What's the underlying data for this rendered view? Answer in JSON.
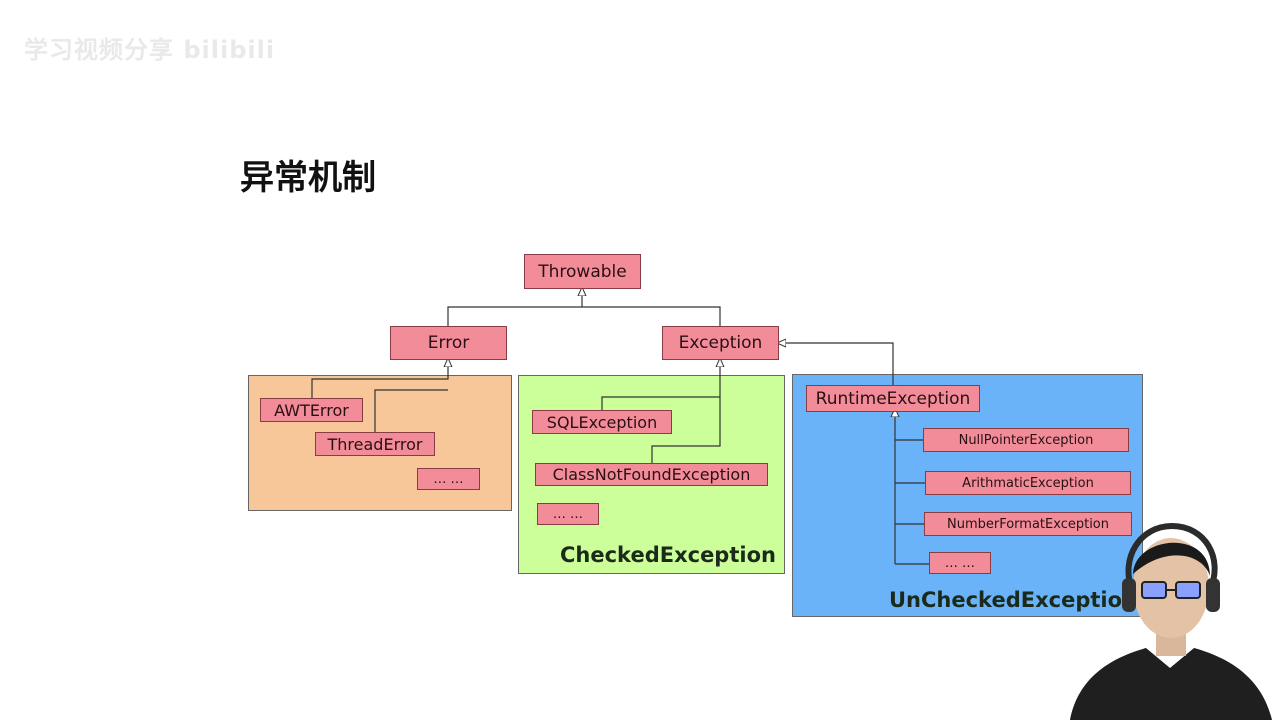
{
  "watermark": "学习视频分享 bilibili",
  "title": "异常机制",
  "diagram": {
    "root": "Throwable",
    "error": {
      "label": "Error",
      "children": [
        "AWTError",
        "ThreadError",
        "… …"
      ]
    },
    "exception": {
      "label": "Exception",
      "checked_group_label": "CheckedException",
      "checked_children": [
        "SQLException",
        "ClassNotFoundException",
        "… …"
      ],
      "runtime": {
        "label": "RuntimeException",
        "group_label": "UnCheckedException",
        "children": [
          "NullPointerException",
          "ArithmaticException",
          "NumberFormatException",
          "… …"
        ]
      }
    }
  },
  "colors": {
    "node_fill": "#f28c99",
    "error_group": "#f7c79a",
    "checked_group": "#ccff99",
    "unchecked_group": "#6ab3f8"
  }
}
